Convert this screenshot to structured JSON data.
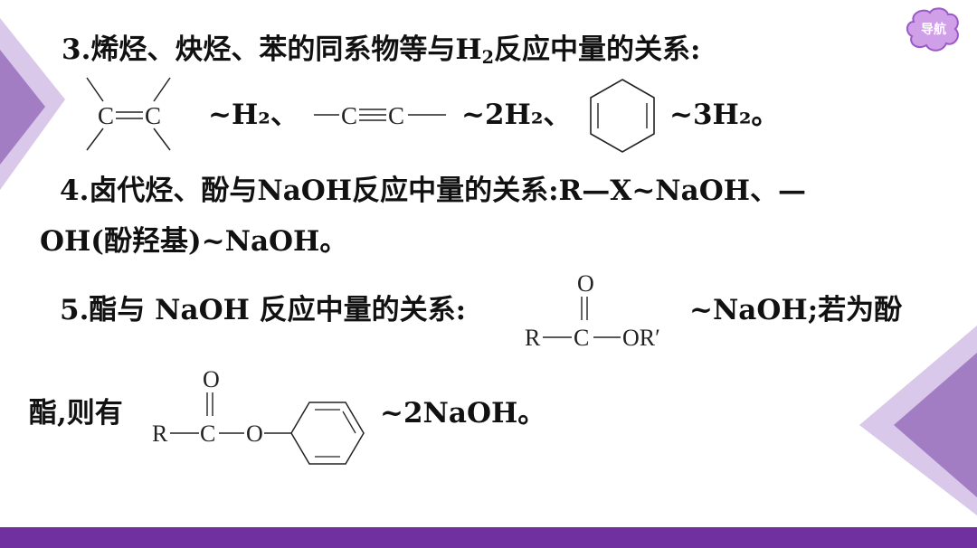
{
  "nav": {
    "label": "导航"
  },
  "item3": {
    "prefix": "3.烯烃、炔烃、苯的同系物等与H",
    "sub": "2",
    "suffix": "反应中量的关系:",
    "r1": "~H₂、",
    "r2": "~2H₂、",
    "r3": "~3H₂。"
  },
  "item4": {
    "line1": "4.卤代烃、酚与NaOH反应中量的关系:R—X~NaOH、—",
    "line2": "OH(酚羟基)~NaOH。"
  },
  "item5": {
    "text": "5.酯与 NaOH 反应中量的关系:",
    "r1": "~NaOH;若为酚",
    "line2": "酯,则有",
    "r2": "~2NaOH。"
  },
  "structures": {
    "c": "C",
    "o": "O",
    "r": "R",
    "or_prime": "OR′"
  },
  "colors": {
    "accent": "#7030a0",
    "decor_light": "#d9c8ea",
    "decor_mid": "#a37dc4"
  }
}
